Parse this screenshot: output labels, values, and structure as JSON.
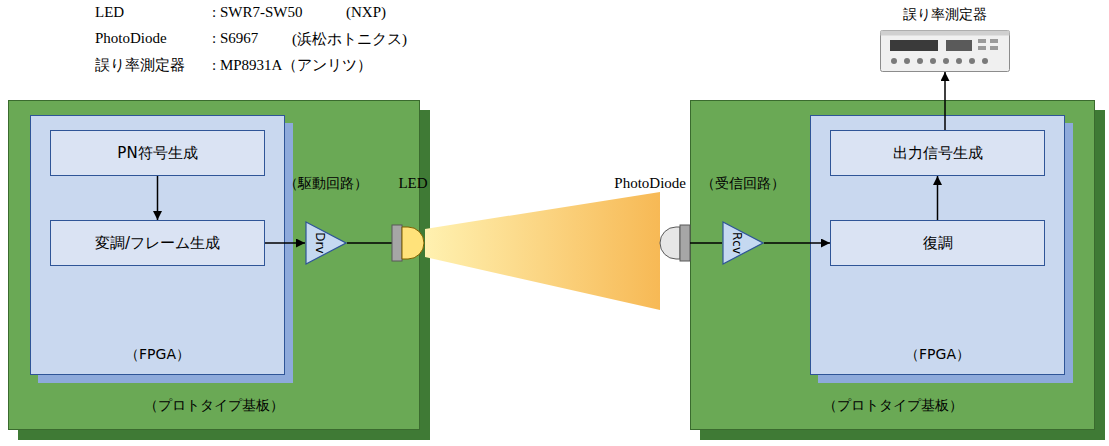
{
  "diagram": {
    "nodes": [
      {
        "text": [
          "（プロトタイプ基板）"
        ]
      },
      {
        "text": [
          "（FPGA）"
        ],
        "in": 0
      },
      {
        "text": [
          "PN符号生成"
        ],
        "in": 1
      },
      {
        "text": [
          "変調/フレーム生成"
        ],
        "in": 1
      },
      {
        "text": [
          "（駆動回路）",
          "Drv"
        ],
        "in": 0
      },
      {
        "text": [
          "誤り率測定器"
        ]
      },
      {
        "text": [
          "（プロトタイプ基板）"
        ]
      },
      {
        "text": [
          "（受信回路）",
          "Rcv"
        ],
        "in": 6
      },
      {
        "text": [
          "（FPGA）"
        ],
        "in": 6
      },
      {
        "text": [
          "出力信号生成"
        ],
        "in": 8
      },
      {
        "text": [
          "復調"
        ],
        "in": 8
      }
    ],
    "edges": [
      {
        "from": 2,
        "to": 3,
        "arrow": "to"
      },
      {
        "from": 3,
        "to": 4,
        "arrow": "to"
      },
      {
        "from": 7,
        "to": 10,
        "arrow": "to"
      },
      {
        "from": 10,
        "to": 9,
        "arrow": "to"
      },
      {
        "from": 9,
        "to": 5,
        "arrow": "to"
      }
    ],
    "labels": [
      "LED",
      ": SWR7-SW50",
      "(NXP)",
      "PhotoDiode",
      ": S6967",
      "(浜松ホトニクス)",
      "誤り率測定器",
      ": MP8931A（アンリツ）",
      "LED",
      "PhotoDiode"
    ]
  }
}
